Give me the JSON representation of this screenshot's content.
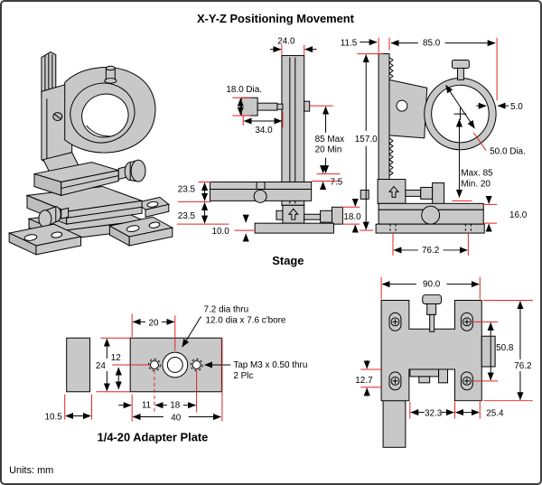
{
  "title": "X-Y-Z Positioning Movement",
  "units": "Units: mm",
  "colors": {
    "part_fill": "#c8c8c8",
    "dim_red": "#e32020",
    "outline": "#000000",
    "border": "#3d3d3d"
  },
  "stage": {
    "label": "Stage",
    "front": {
      "col_width": "24.0",
      "knob_dia": "18.0 Dia.",
      "knob_len": "34.0",
      "travel_line1": "85 Max",
      "travel_line2": "20 Min",
      "step": "7.5",
      "arm_h": "23.5",
      "gap_h": "23.5",
      "base_h": "10.0",
      "knob2_dia": "18.0"
    },
    "side": {
      "rail_w": "11.5",
      "width": "85.0",
      "height": "157.0",
      "wall": "5.0",
      "bore": "50.0 Dia.",
      "travel_line1": "Max. 85",
      "travel_line2": "Min. 20",
      "base_h": "16.0",
      "hole_span": "76.2"
    },
    "plan": {
      "width": "90.0",
      "slot_span": "50.8",
      "depth": "76.2",
      "edge_offset": "12.7",
      "inner_span": "32.3",
      "side_width": "25.4"
    }
  },
  "adapter": {
    "label": "1/4-20 Adapter Plate",
    "thickness": "10.5",
    "width_20": "20",
    "height_12": "12",
    "height_24": "24",
    "off_11": "11",
    "span_18": "18",
    "width_40": "40",
    "note1": "7.2 dia thru",
    "note2": "12.0 dia x 7.6 c'bore",
    "tap1": "Tap M3 x 0.50 thru",
    "tap2": "2 Plc"
  }
}
